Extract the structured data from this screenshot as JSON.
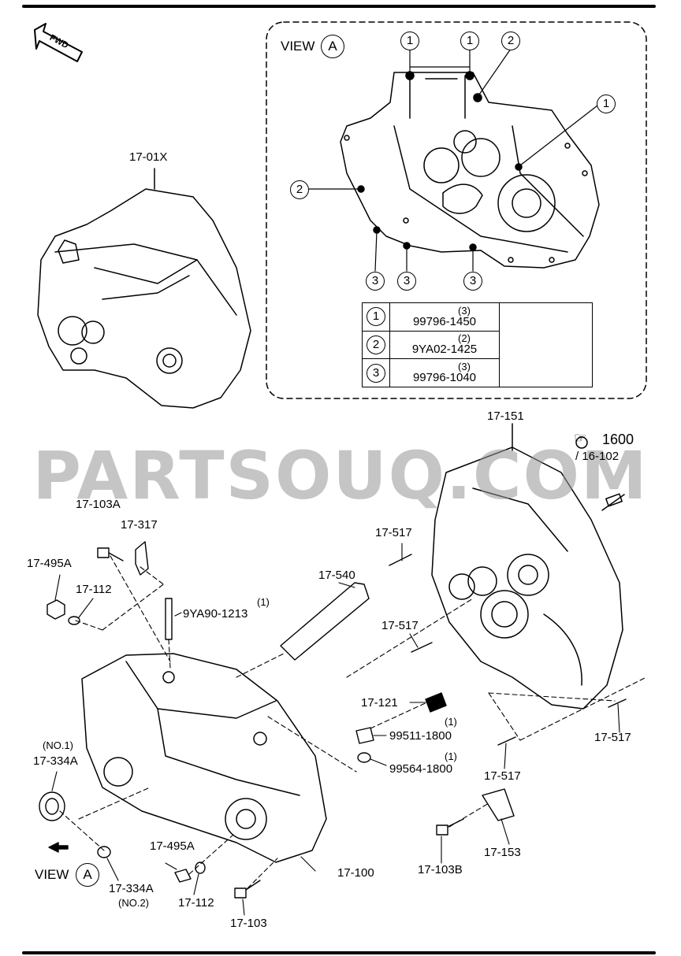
{
  "view_a": {
    "title": "VIEW",
    "title_letter": "A",
    "callouts": {
      "top_left": "1",
      "top_mid": "1",
      "top_right": "2",
      "right": "1",
      "left": "2",
      "bottom_1": "3",
      "bottom_2": "3",
      "bottom_3": "3"
    },
    "bolt_table": [
      {
        "key": "1",
        "qty": "(3)",
        "part": "99796-1450"
      },
      {
        "key": "2",
        "qty": "(2)",
        "part": "9YA02-1425"
      },
      {
        "key": "3",
        "qty": "(3)",
        "part": "99796-1040"
      }
    ]
  },
  "fwd_label": "FWD",
  "assembly_label": "17-01X",
  "watermark": "PARTSOUQ.COM",
  "ref_1600": "1600",
  "ref_16_102": "/ 16-102",
  "parts": {
    "p17_151": "17-151",
    "p17_103a": "17-103A",
    "p17_317": "17-317",
    "p17_495a_top": "17-495A",
    "p17_112_top": "17-112",
    "p9ya90_qty": "(1)",
    "p9ya90": "9YA90-1213",
    "p17_540": "17-540",
    "p17_517_a": "17-517",
    "p17_517_b": "17-517",
    "p17_517_c": "17-517",
    "p17_517_d": "17-517",
    "p17_121": "17-121",
    "p99511_qty": "(1)",
    "p99511": "99511-1800",
    "p99564_qty": "(1)",
    "p99564": "99564-1800",
    "p17_334a_no1_tag": "(NO.1)",
    "p17_334a_top": "17-334A",
    "p17_495a_bot": "17-495A",
    "p17_334a_bot": "17-334A",
    "p17_334a_no2_tag": "(NO.2)",
    "p17_112_bot": "17-112",
    "p17_100": "17-100",
    "p17_103": "17-103",
    "p17_103b": "17-103B",
    "p17_153": "17-153"
  },
  "view_a_arrow_label": "VIEW",
  "view_a_arrow_letter": "A"
}
